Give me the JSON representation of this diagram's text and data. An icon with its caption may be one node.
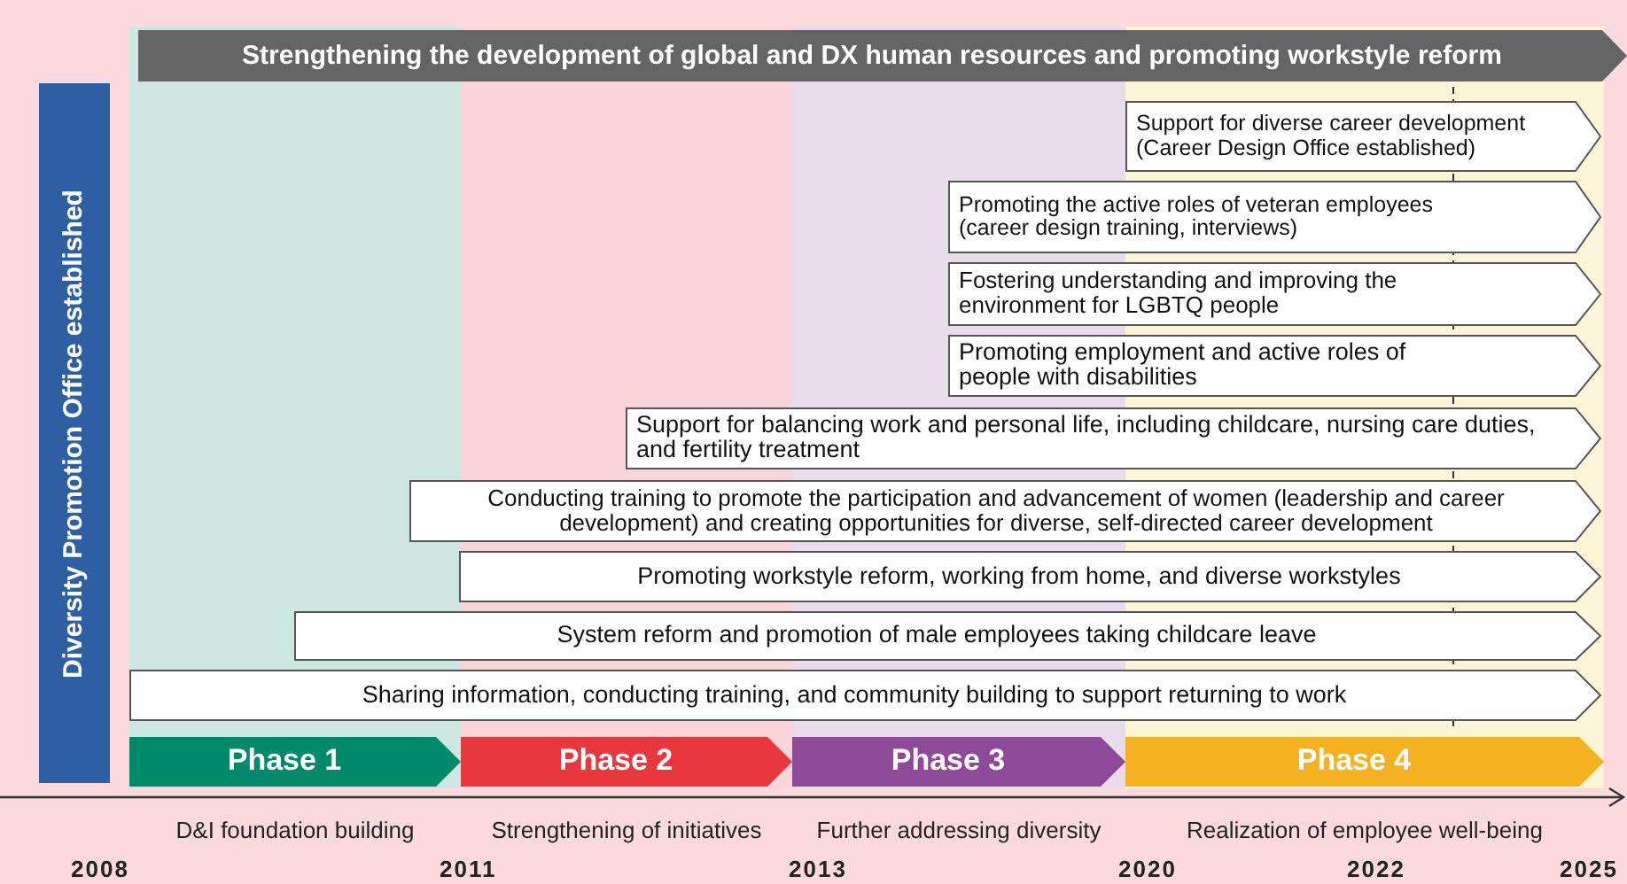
{
  "diagram": {
    "nodes": [
      {
        "text": [
          "Strengthening the development of global and DX human resources and promoting workstyle reform"
        ]
      },
      {
        "text": [
          "Diversity Promotion Office established"
        ]
      },
      {
        "text": [
          "Support for diverse career development (Career Design Office established)"
        ]
      },
      {
        "text": [
          "Promoting the active roles of veteran employees (career design training, interviews)"
        ]
      },
      {
        "text": [
          "Fostering understanding and improving the environment for LGBTQ people"
        ]
      },
      {
        "text": [
          "Promoting employment and active roles of people with disabilities"
        ]
      },
      {
        "text": [
          "Support for balancing work and personal life, including childcare, nursing care duties, and fertility treatment"
        ]
      },
      {
        "text": [
          "Conducting training to promote the participation and advancement of women (leadership and career development) and creating opportunities for diverse, self-directed career development"
        ]
      },
      {
        "text": [
          "Promoting workstyle reform, working from home, and diverse workstyles"
        ]
      },
      {
        "text": [
          "System reform and promotion of male employees taking childcare leave"
        ]
      },
      {
        "text": [
          "Sharing information, conducting training, and community building to support returning to work"
        ]
      },
      {
        "text": [
          "Phase 1"
        ],
        "beside": [
          "D&I foundation building"
        ]
      },
      {
        "text": [
          "Phase 2"
        ],
        "beside": [
          "Strengthening of initiatives"
        ]
      },
      {
        "text": [
          "Phase 3"
        ],
        "beside": [
          "Further addressing diversity"
        ]
      },
      {
        "text": [
          "Phase 4"
        ],
        "beside": [
          "Realization of employee well-being"
        ]
      }
    ],
    "edges": [],
    "labels": [
      "2008",
      "2011",
      "2013",
      "2020",
      "2022",
      "2025"
    ]
  }
}
